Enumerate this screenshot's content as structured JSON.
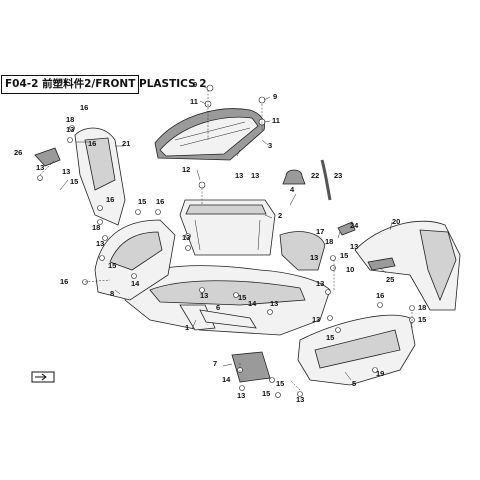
{
  "page_title": "F04-2 前塑料件2/FRONT  PLASTICS 2",
  "callouts": [
    "1",
    "2",
    "3",
    "4",
    "5",
    "6",
    "7",
    "8",
    "9",
    "10",
    "11",
    "12",
    "13",
    "14",
    "15",
    "16",
    "17",
    "18",
    "19",
    "20",
    "21",
    "22",
    "23",
    "24",
    "25",
    "26"
  ],
  "icons": [
    "direction-arrow-icon"
  ]
}
